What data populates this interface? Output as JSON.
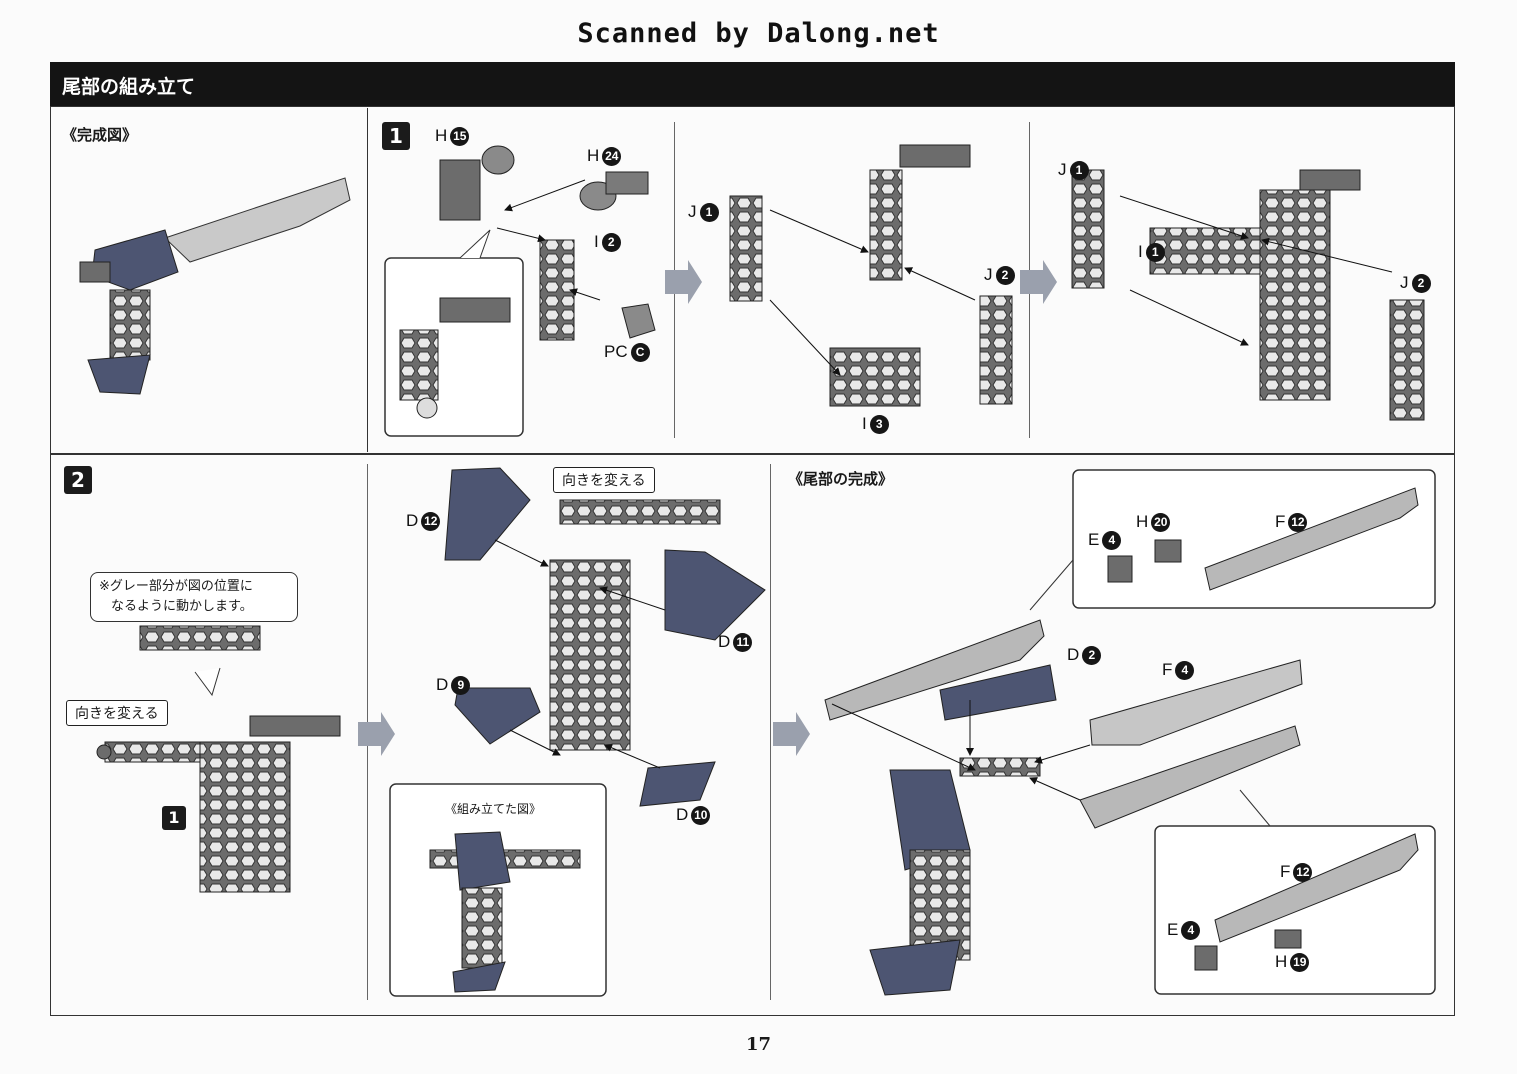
{
  "scanner_watermark": "Scanned by Dalong.net",
  "section_title": "尾部の組み立て",
  "completed_view_label": "《完成図》",
  "step1_number": "1",
  "step2_number": "2",
  "tail_complete_label": "《尾部の完成》",
  "assembled_view_label": "《組み立てた図》",
  "change_direction_label": "向きを変える",
  "gray_part_note_line1": "※グレー部分が図の位置に",
  "gray_part_note_line2": "なるように動かします。",
  "inline_step_ref": "1",
  "page_number": "17",
  "part_labels": {
    "h15": {
      "letter": "H",
      "num": "15"
    },
    "h24": {
      "letter": "H",
      "num": "24"
    },
    "i2": {
      "letter": "I",
      "num": "2"
    },
    "pcc": {
      "letter": "PC",
      "num": "C"
    },
    "j1a": {
      "letter": "J",
      "num": "1"
    },
    "j2a": {
      "letter": "J",
      "num": "2"
    },
    "i3": {
      "letter": "I",
      "num": "3"
    },
    "j1b": {
      "letter": "J",
      "num": "1"
    },
    "i1": {
      "letter": "I",
      "num": "1"
    },
    "j2b": {
      "letter": "J",
      "num": "2"
    },
    "d12": {
      "letter": "D",
      "num": "12"
    },
    "d11": {
      "letter": "D",
      "num": "11"
    },
    "d9": {
      "letter": "D",
      "num": "9"
    },
    "d10": {
      "letter": "D",
      "num": "10"
    },
    "e4a": {
      "letter": "E",
      "num": "4"
    },
    "h20": {
      "letter": "H",
      "num": "20"
    },
    "f12a": {
      "letter": "F",
      "num": "12"
    },
    "d2": {
      "letter": "D",
      "num": "2"
    },
    "f4": {
      "letter": "F",
      "num": "4"
    },
    "f12b": {
      "letter": "F",
      "num": "12"
    },
    "e4b": {
      "letter": "E",
      "num": "4"
    },
    "h19": {
      "letter": "H",
      "num": "19"
    }
  },
  "colors": {
    "navy": "#4d5572",
    "gray": "#6c6c6c",
    "light": "#b8b8b8",
    "arrow": "#9aa0ad"
  }
}
